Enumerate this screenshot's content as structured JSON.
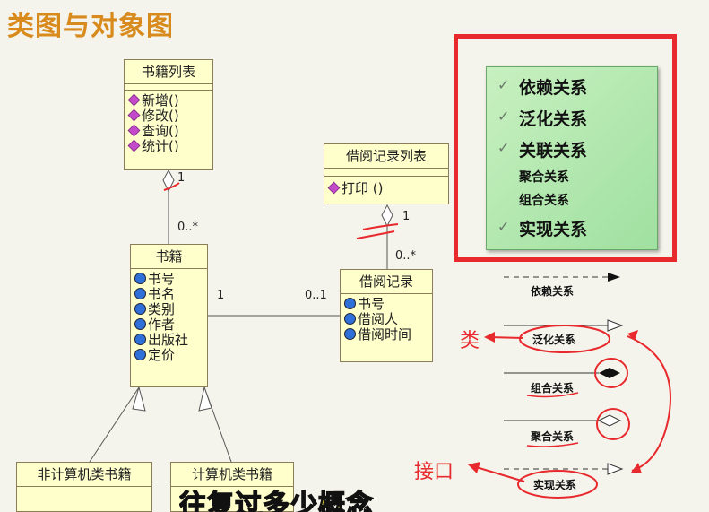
{
  "slide": {
    "title": "类图与对象图"
  },
  "classes": {
    "book_list": {
      "name": "书籍列表",
      "ops": [
        "新增()",
        "修改()",
        "查询()",
        "统计()"
      ]
    },
    "borrow_list": {
      "name": "借阅记录列表",
      "ops": [
        "打印 ()"
      ]
    },
    "book": {
      "name": "书籍",
      "attrs": [
        "书号",
        "书名",
        "类别",
        "作者",
        "出版社",
        "定价"
      ]
    },
    "borrow": {
      "name": "借阅记录",
      "attrs": [
        "书号",
        "借阅人",
        "借阅时间"
      ]
    },
    "non_cs": {
      "name": "非计算机类书籍"
    },
    "cs": {
      "name": "计算机类书籍"
    }
  },
  "multiplicity": {
    "list_book_top": "1",
    "list_book_bottom": "0..*",
    "borrowlist_top": "1",
    "borrowlist_bottom": "0..*",
    "book_side": "1",
    "borrow_side": "0..1"
  },
  "legend": {
    "items": [
      {
        "label": "依赖关系",
        "checked": true
      },
      {
        "label": "泛化关系",
        "checked": true
      },
      {
        "label": "关联关系",
        "checked": true
      },
      {
        "label": "聚合关系",
        "checked": false
      },
      {
        "label": "组合关系",
        "checked": false
      },
      {
        "label": "实现关系",
        "checked": true
      }
    ],
    "check_glyph": "✓"
  },
  "relations": {
    "dependency": "依赖关系",
    "generalization": "泛化关系",
    "composition": "组合关系",
    "aggregation": "聚合关系",
    "realization": "实现关系"
  },
  "annotations": {
    "class_note": "类",
    "interface_note": "接口"
  },
  "caption": "往复过多少概念",
  "colors": {
    "accent_red": "#e8292d",
    "class_fill": "#ffffcc",
    "legend_green": "#aee6a8",
    "title_orange": "#d98a1c"
  }
}
